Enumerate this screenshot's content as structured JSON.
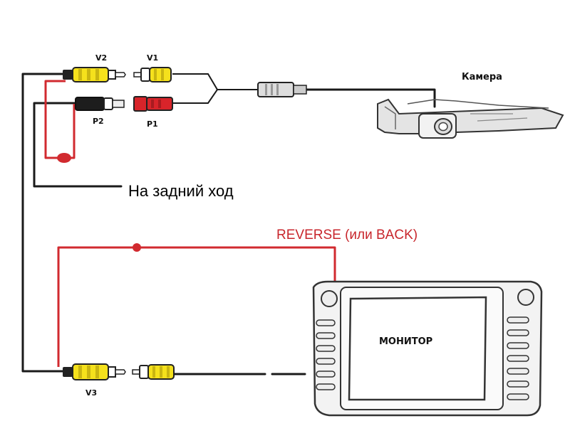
{
  "labels": {
    "v2": "V2",
    "v1": "V1",
    "p2": "P2",
    "p1": "P1",
    "camera": "Камера",
    "reverse_gear": "На задний ход",
    "reverse_signal": "REVERSE (или BACK)",
    "monitor": "МОНИТОР",
    "v3": "V3"
  },
  "colors": {
    "wire": "#1a1a1a",
    "signal_wire": "#d12a2f",
    "video_connector": "#f5e11c",
    "power_positive": "#d8242a",
    "power_negative": "#1a1a1a"
  },
  "icons": {
    "rca_plug": "rca-plug-icon",
    "camera": "camera-icon",
    "monitor": "monitor-icon",
    "splitter": "cable-splitter-icon"
  }
}
